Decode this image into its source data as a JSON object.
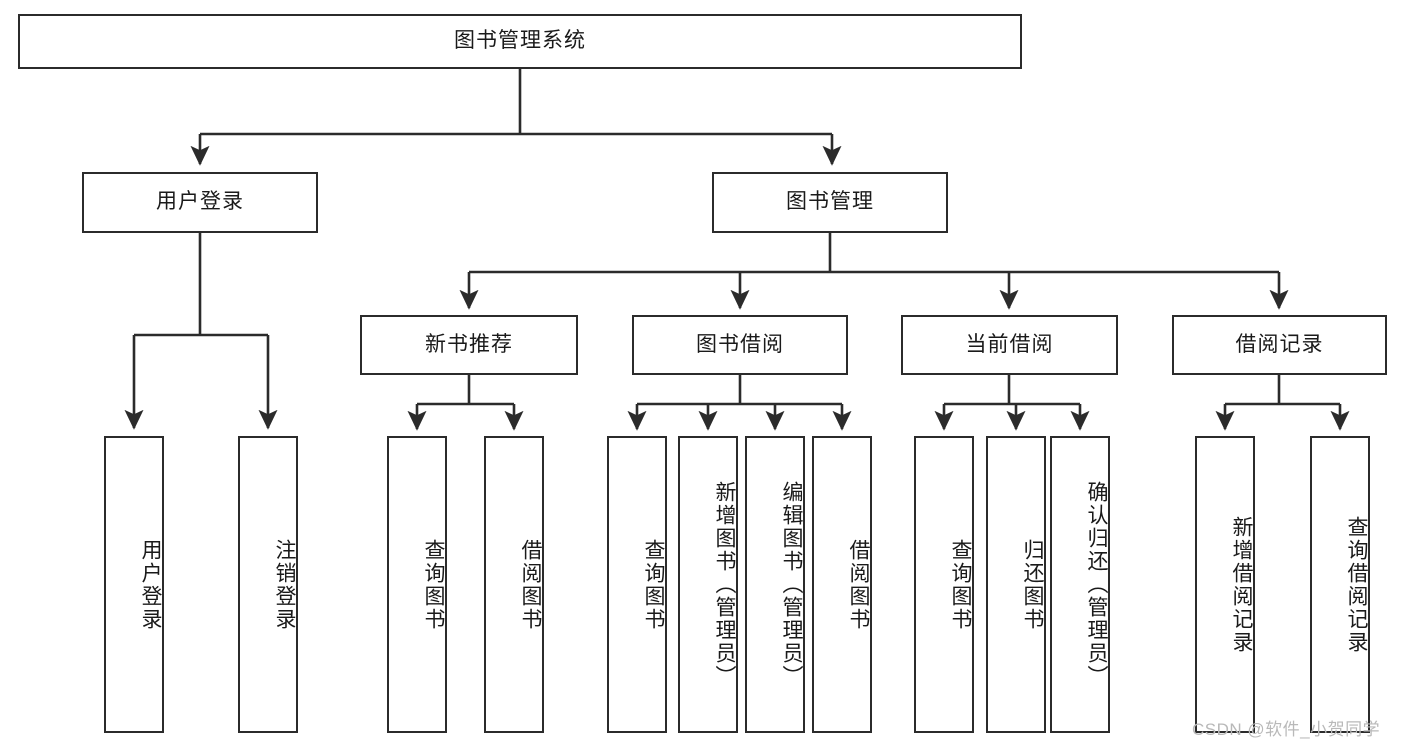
{
  "diagram": {
    "type": "tree",
    "title": "图书管理系统",
    "root": {
      "label": "图书管理系统"
    },
    "level2": [
      {
        "label": "用户登录"
      },
      {
        "label": "图书管理"
      }
    ],
    "level3": [
      {
        "label": "新书推荐"
      },
      {
        "label": "图书借阅"
      },
      {
        "label": "当前借阅"
      },
      {
        "label": "借阅记录"
      }
    ],
    "leaves": {
      "user_login": [
        {
          "label": "用户登录"
        },
        {
          "label": "注销登录"
        }
      ],
      "new_book_recommend": [
        {
          "label": "查询图书"
        },
        {
          "label": "借阅图书"
        }
      ],
      "book_borrow": [
        {
          "label": "查询图书"
        },
        {
          "label": "新增图书（管理员）"
        },
        {
          "label": "编辑图书（管理员）"
        },
        {
          "label": "借阅图书"
        }
      ],
      "current_borrow": [
        {
          "label": "查询图书"
        },
        {
          "label": "归还图书"
        },
        {
          "label": "确认归还（管理员）"
        }
      ],
      "borrow_record": [
        {
          "label": "新增借阅记录"
        },
        {
          "label": "查询借阅记录"
        }
      ]
    }
  },
  "watermark": {
    "text": "CSDN @软件_小贺同学"
  },
  "colors": {
    "border": "#2b2b2b",
    "text": "#1a1a1a",
    "background": "#ffffff",
    "watermark": "#b9b9b9"
  }
}
